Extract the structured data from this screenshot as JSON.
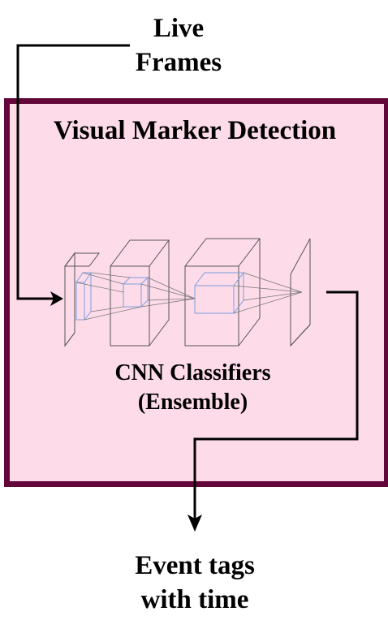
{
  "diagram": {
    "input_label_line1": "Live",
    "input_label_line2": "Frames",
    "module_title": "Visual Marker Detection",
    "model_caption_line1": "CNN Classifiers",
    "model_caption_line2": "(Ensemble)",
    "output_label_line1": "Event tags",
    "output_label_line2": "with time",
    "colors": {
      "module_fill": "#fddbe8",
      "module_border": "#63063a",
      "arrow": "#000000",
      "layer_stroke": "#555555",
      "kernel_stroke": "#7b9fe0"
    },
    "icons": [
      "cnn-architecture-icon"
    ]
  }
}
